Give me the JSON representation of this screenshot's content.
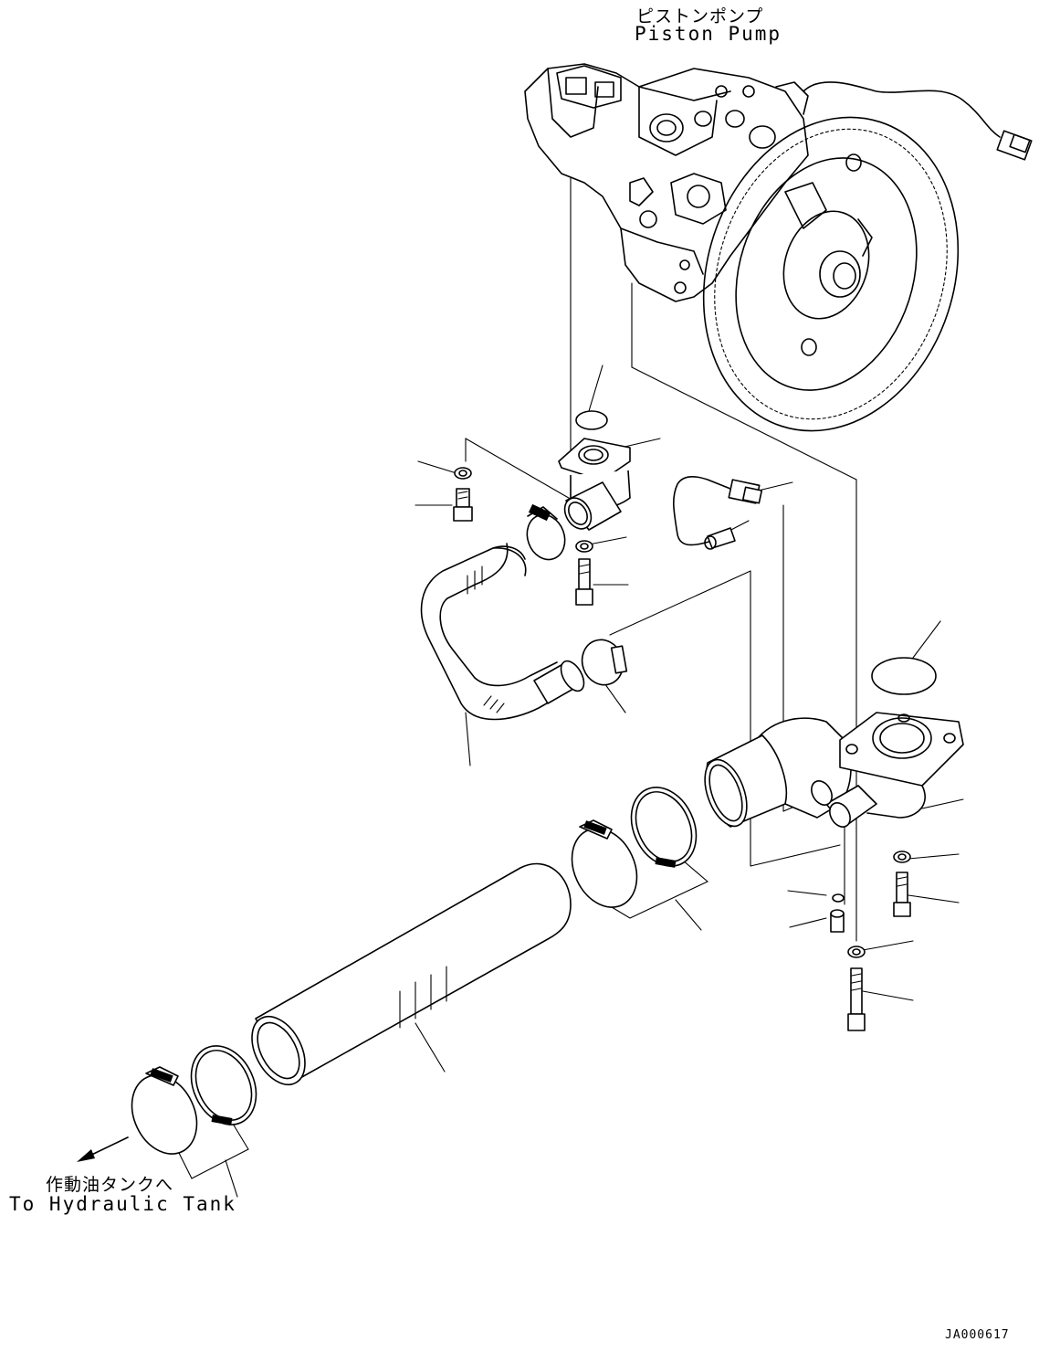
{
  "labels": {
    "pump_jp": "ピストンポンプ",
    "pump_en": "Piston Pump",
    "tank_jp": "作動油タンクへ",
    "tank_en": "To Hydraulic Tank",
    "drawing_code": "JA000617"
  },
  "colors": {
    "line": "#000000",
    "background": "#ffffff"
  }
}
